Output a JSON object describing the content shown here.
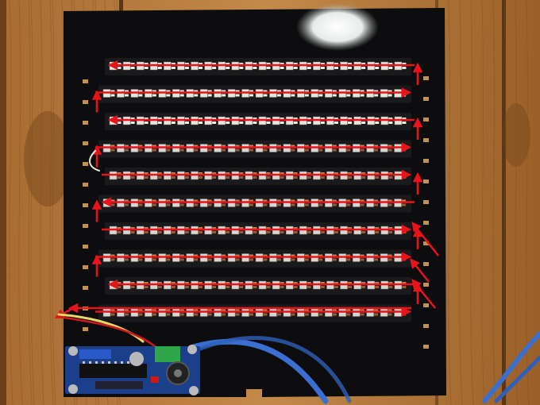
{
  "scene": {
    "colors": {
      "wood_light": "#c48a4a",
      "wood_dark": "#7a4a1e",
      "wood_grain": "#5e3512",
      "board": "#0d0d0f",
      "strip_pcb": "#1a1a1c",
      "led_white": "#e8e6dc",
      "led_pad": "#c9834e",
      "led_pad_dark": "#9a5a33",
      "arrow_red": "#e8141a",
      "wire_blue": "#3a6fd1",
      "wire_yellow": "#e8d86a",
      "wire_red": "#d01818",
      "pcb_blue": "#1b3f8a",
      "terminal_green": "#2fa64a"
    },
    "strips": [
      {
        "direction": "left",
        "lit": true
      },
      {
        "direction": "right",
        "lit": true
      },
      {
        "direction": "left",
        "lit": true
      },
      {
        "direction": "right",
        "lit": false
      },
      {
        "direction": "right",
        "lit": false
      },
      {
        "direction": "left",
        "lit": false
      },
      {
        "direction": "right",
        "lit": false
      },
      {
        "direction": "right",
        "lit": false
      },
      {
        "direction": "left",
        "lit": false
      },
      {
        "direction": "right",
        "lit": false
      }
    ],
    "leds_per_strip": 22,
    "icons": {
      "arrow": "red-direction-arrow-icon",
      "mount_hole": "mount-hole-icon"
    }
  }
}
